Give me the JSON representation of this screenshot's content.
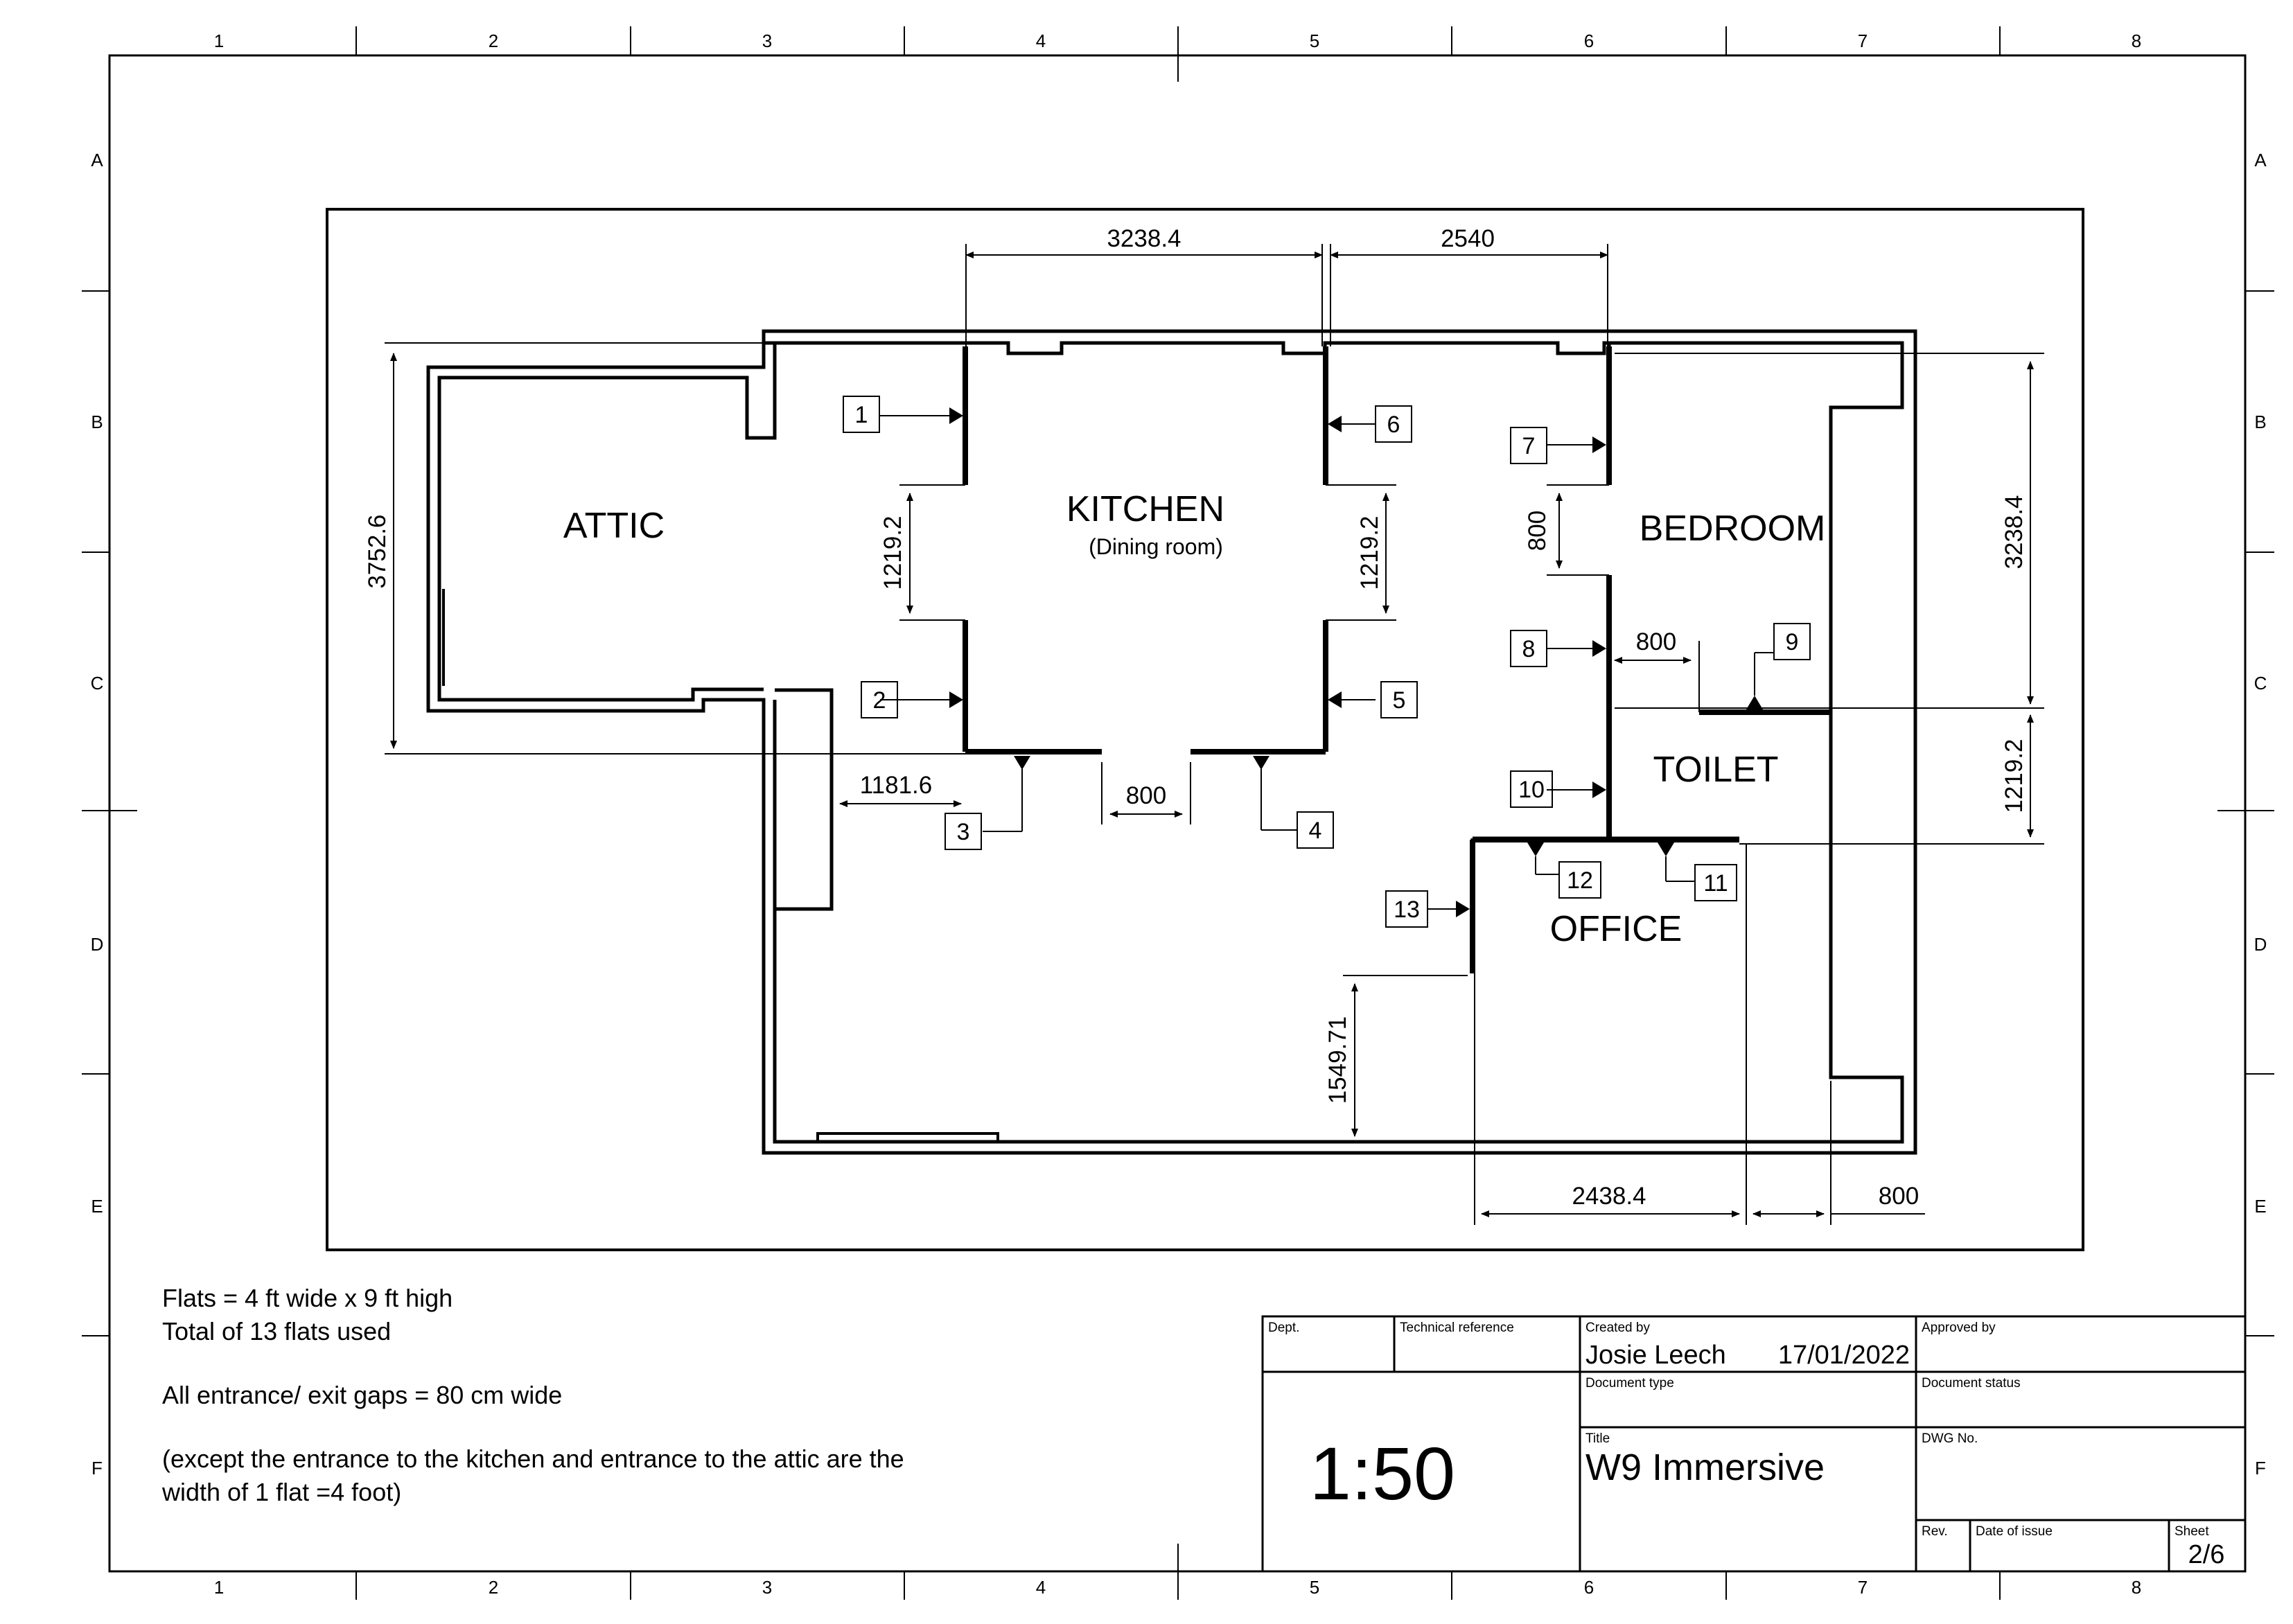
{
  "border": {
    "columns": [
      "1",
      "2",
      "3",
      "4",
      "5",
      "6",
      "7",
      "8"
    ],
    "rows": [
      "A",
      "B",
      "C",
      "D",
      "E",
      "F"
    ]
  },
  "rooms": {
    "attic": "ATTIC",
    "kitchen": "KITCHEN",
    "kitchen_sub": "(Dining room)",
    "bedroom": "BEDROOM",
    "toilet": "TOILET",
    "office": "OFFICE"
  },
  "dimensions": {
    "d1": "3238.4",
    "d2": "2540",
    "d3": "3752.6",
    "d4": "1219.2",
    "d5": "1219.2",
    "d6": "800",
    "d7": "3238.4",
    "d8": "800",
    "d9": "1219.2",
    "d10": "1181.6",
    "d11": "800",
    "d12": "1549.71",
    "d13": "2438.4",
    "d14": "800"
  },
  "flats": [
    "1",
    "2",
    "3",
    "4",
    "5",
    "6",
    "7",
    "8",
    "9",
    "10",
    "11",
    "12",
    "13"
  ],
  "notes": {
    "line1": "Flats = 4 ft wide x 9 ft high",
    "line2": "Total of 13 flats used",
    "line3": "All entrance/ exit gaps = 80 cm wide",
    "line4": "(except the entrance to the kitchen and entrance to the attic are the",
    "line5": "width of 1 flat =4 foot)"
  },
  "title_block": {
    "dept_label": "Dept.",
    "tech_ref_label": "Technical reference",
    "created_by_label": "Created by",
    "created_by": "Josie Leech",
    "date": "17/01/2022",
    "approved_by_label": "Approved by",
    "doc_type_label": "Document type",
    "doc_status_label": "Document status",
    "title_label": "Title",
    "title": "W9 Immersive",
    "dwg_label": "DWG No.",
    "scale": "1:50",
    "rev_label": "Rev.",
    "date_issue_label": "Date of issue",
    "sheet_label": "Sheet",
    "sheet": "2/6"
  }
}
